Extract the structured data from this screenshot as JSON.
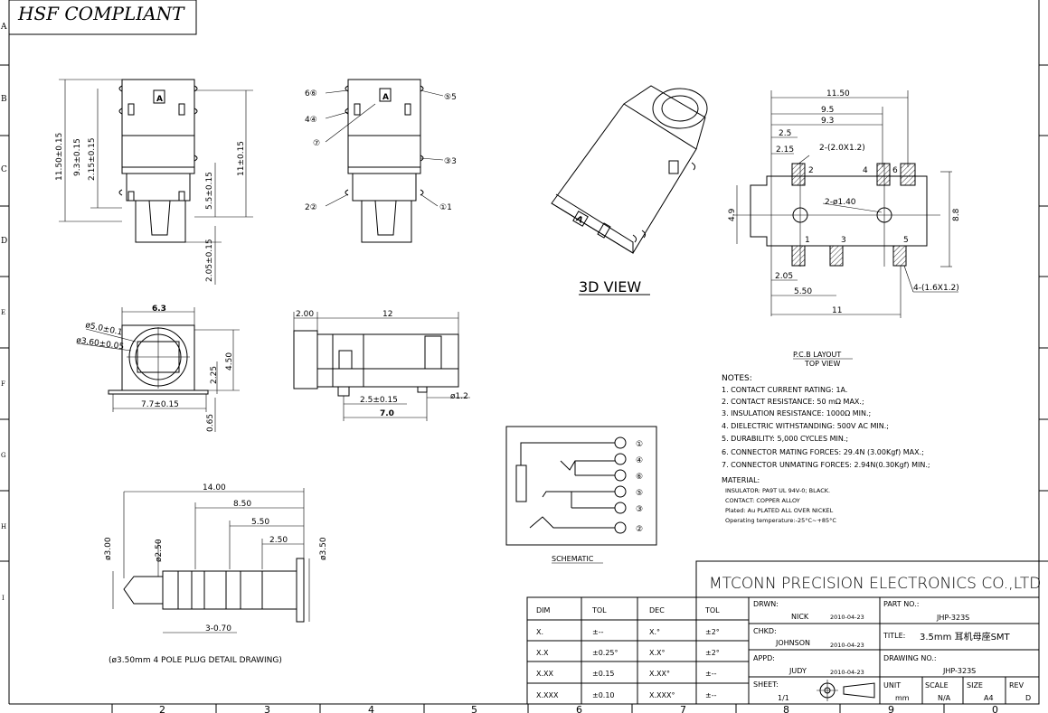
{
  "header": {
    "title": "HSF COMPLIANT"
  },
  "border": {
    "row_letters": [
      "A",
      "B",
      "C",
      "D",
      "E",
      "F",
      "G",
      "H",
      "I"
    ],
    "col_numbers": [
      "2",
      "3",
      "4",
      "5",
      "6",
      "7",
      "8",
      "9",
      "0"
    ]
  },
  "front_view": {
    "dims": [
      "11.50±0.15",
      "9.3±0.15",
      "2.15±0.15",
      "11±0.15",
      "5.5±0.15",
      "2.05±0.15"
    ],
    "glyph": "A"
  },
  "pin_view": {
    "glyph": "A",
    "pins": [
      "6⑥",
      "4④",
      "⑦",
      "2②",
      "⑤5",
      "③3",
      "①1"
    ]
  },
  "view3d": {
    "label": "3D VIEW",
    "glyph": "A"
  },
  "pcb": {
    "dims": [
      "11.50",
      "9.5",
      "9.3",
      "2.5",
      "2.15",
      "2-(2.0X1.2)",
      "2-ø1.40",
      "4.9",
      "8.8",
      "2.05",
      "5.50",
      "11",
      "4-(1.6X1.2)"
    ],
    "pin_nums": [
      "2",
      "4",
      "6",
      "1",
      "3",
      "5"
    ],
    "title": "P.C.B LAYOUT",
    "subtitle": "TOP VIEW"
  },
  "end_view": {
    "dims": [
      "6.3",
      "ø5.0±0.1",
      "ø3.60±0.05",
      "7.7±0.15",
      "2.25",
      "4.50",
      "0.65"
    ]
  },
  "side_view": {
    "dims": [
      "2.00",
      "12",
      "2.5±0.15",
      "7.0",
      "ø1.2"
    ]
  },
  "notes": {
    "heading": "NOTES:",
    "items": [
      "1. CONTACT CURRENT RATING: 1A.",
      "2. CONTACT RESISTANCE: 50 mΩ MAX.;",
      "3. INSULATION RESISTANCE: 1000Ω MIN.;",
      "4. DIELECTRIC WITHSTANDING: 500V AC MIN.;",
      "5. DURABILITY: 5,000 CYCLES MIN.;",
      "6. CONNECTOR MATING FORCES: 29.4N (3.00Kgf) MAX.;",
      "7. CONNECTOR UNMATING FORCES: 2.94N(0.30Kgf) MIN.;"
    ],
    "material_heading": "MATERIAL:",
    "material": [
      "INSULATOR: PA9T UL 94V-0; BLACK.",
      "CONTACT: COPPER ALLOY",
      "Plated: Au PLATED ALL OVER NICKEL",
      "Operating temperature:-25°C~+85°C"
    ]
  },
  "schematic": {
    "label": "SCHEMATIC",
    "pins": [
      "①",
      "④",
      "⑥",
      "⑤",
      "③",
      "②"
    ]
  },
  "plug": {
    "dims": [
      "14.00",
      "8.50",
      "5.50",
      "2.50",
      "ø3.00",
      "ø2.50",
      "ø3.50",
      "3-0.70"
    ],
    "caption": "(ø3.50mm 4 POLE PLUG DETAIL DRAWING)"
  },
  "title_block": {
    "company": "MTCONN PRECISION ELECTRONICS CO.,LTD",
    "tol_headers": [
      "DIM",
      "TOL",
      "DEC",
      "TOL"
    ],
    "tol_rows": [
      [
        "X.",
        "±--",
        "X.°",
        "±2°"
      ],
      [
        "X.X",
        "±0.25°",
        "X.X°",
        "±2°"
      ],
      [
        "X.XX",
        "±0.15",
        "X.XX°",
        "±--"
      ],
      [
        "X.XXX",
        "±0.10",
        "X.XXX°",
        "±--"
      ]
    ],
    "drwn_label": "DRWN:",
    "drwn_name": "NICK",
    "drwn_date": "2010-04-23",
    "chkd_label": "CHKD:",
    "chkd_name": "JOHNSON",
    "chkd_date": "2010-04-23",
    "appd_label": "APPD:",
    "appd_name": "JUDY",
    "appd_date": "2010-04-23",
    "part_label": "PART NO.:",
    "part_no": "JHP-323S",
    "title_label": "TITLE:",
    "title_value": "3.5mm 耳机母座SMT",
    "dwg_label": "DRAWING NO.:",
    "dwg_no": "JHP-323S",
    "sheet_label": "SHEET:",
    "sheet_value": "1/1",
    "unit_label": "UNIT",
    "unit_value": "mm",
    "scale_label": "SCALE",
    "scale_value": "N/A",
    "size_label": "SIZE",
    "size_value": "A4",
    "rev_label": "REV",
    "rev_value": "D"
  }
}
